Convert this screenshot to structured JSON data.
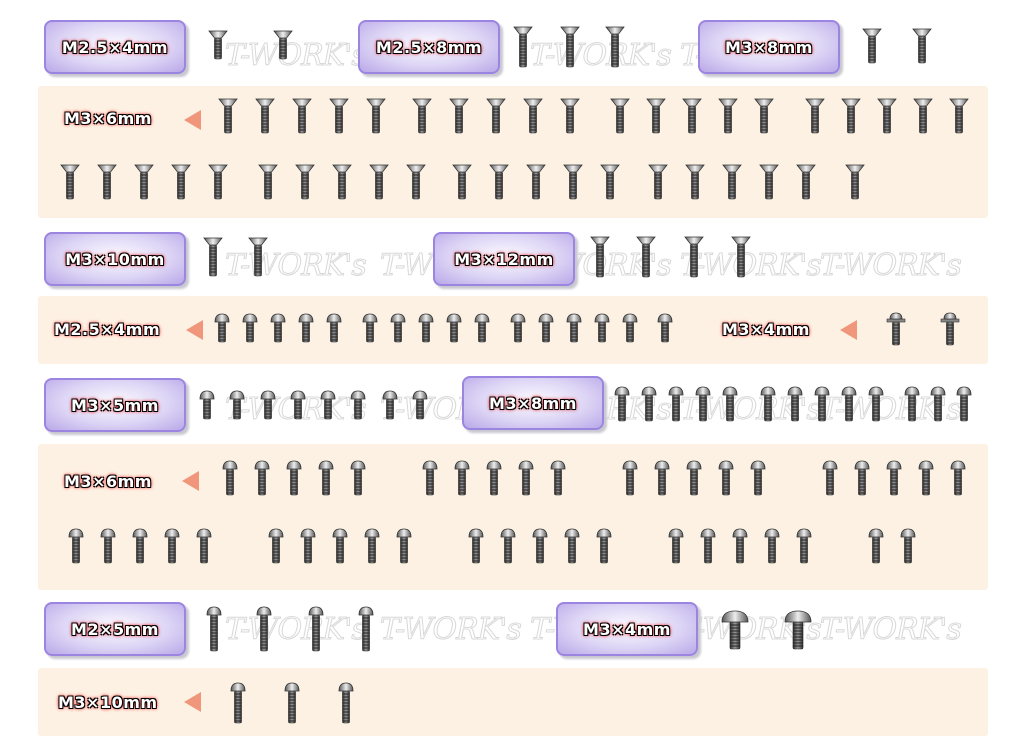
{
  "watermark": "T-WORK's",
  "colors": {
    "band": "#fdf1e3",
    "box_border": "#9b85e0",
    "arrow": "#f0967a"
  },
  "groups": [
    {
      "id": "g1",
      "label": "M2.5×4mm",
      "head": "flat",
      "count": 2
    },
    {
      "id": "g2",
      "label": "M2.5×8mm",
      "head": "flat",
      "count": 3
    },
    {
      "id": "g3",
      "label": "M3×8mm",
      "head": "flat",
      "count": 2
    },
    {
      "id": "g4",
      "label": "M3×6mm",
      "head": "flat",
      "count": 41
    },
    {
      "id": "g5",
      "label": "M3×10mm",
      "head": "flat",
      "count": 2
    },
    {
      "id": "g6",
      "label": "M3×12mm",
      "head": "flat",
      "count": 4
    },
    {
      "id": "g7",
      "label": "M2.5×4mm",
      "head": "button",
      "count": 16
    },
    {
      "id": "g8",
      "label": "M3×4mm",
      "head": "flange",
      "count": 2
    },
    {
      "id": "g9",
      "label": "M3×5mm",
      "head": "button",
      "count": 8
    },
    {
      "id": "g10",
      "label": "M3×8mm",
      "head": "button",
      "count": 13
    },
    {
      "id": "g11",
      "label": "M3×6mm",
      "head": "button",
      "count": 42
    },
    {
      "id": "g12",
      "label": "M2×5mm",
      "head": "button",
      "count": 4
    },
    {
      "id": "g13",
      "label": "M3×4mm",
      "head": "cap",
      "count": 2
    },
    {
      "id": "g14",
      "label": "M3×10mm",
      "head": "button",
      "count": 3
    }
  ]
}
